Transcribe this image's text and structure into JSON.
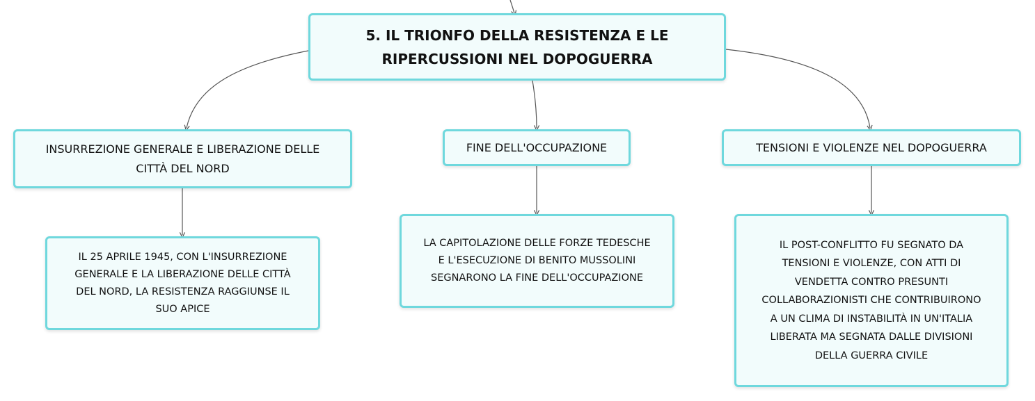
{
  "root": {
    "title_line1": "5. IL TRIONFO DELLA RESISTENZA E LE",
    "title_line2": "RIPERCUSSIONI NEL DOPOGUERRA"
  },
  "branches": [
    {
      "label_lines": [
        "INSURREZIONE GENERALE E LIBERAZIONE DELLE",
        "CITTÀ DEL NORD"
      ],
      "detail_lines": [
        "IL 25 APRILE 1945, CON L'INSURREZIONE",
        "GENERALE E LA LIBERAZIONE DELLE CITTÀ",
        "DEL NORD, LA RESISTENZA RAGGIUNSE IL",
        "SUO APICE"
      ]
    },
    {
      "label_lines": [
        "FINE DELL'OCCUPAZIONE"
      ],
      "detail_lines": [
        "LA CAPITOLAZIONE DELLE FORZE TEDESCHE",
        "E L'ESECUZIONE DI BENITO MUSSOLINI",
        "SEGNARONO LA FINE DELL'OCCUPAZIONE"
      ]
    },
    {
      "label_lines": [
        "TENSIONI E VIOLENZE NEL DOPOGUERRA"
      ],
      "detail_lines": [
        "IL POST-CONFLITTO FU SEGNATO DA",
        "TENSIONI E VIOLENZE, CON ATTI DI",
        "VENDETTA CONTRO PRESUNTI",
        "COLLABORAZIONISTI CHE CONTRIBUIRONO",
        "A UN CLIMA DI INSTABILITÀ IN UN'ITALIA",
        "LIBERATA MA SEGNATA DALLE DIVISIONI",
        "DELLA GUERRA CIVILE"
      ]
    }
  ],
  "colors": {
    "node_border": "#6fd8dd",
    "node_fill": "#f2fcfc",
    "connector": "#555555"
  }
}
